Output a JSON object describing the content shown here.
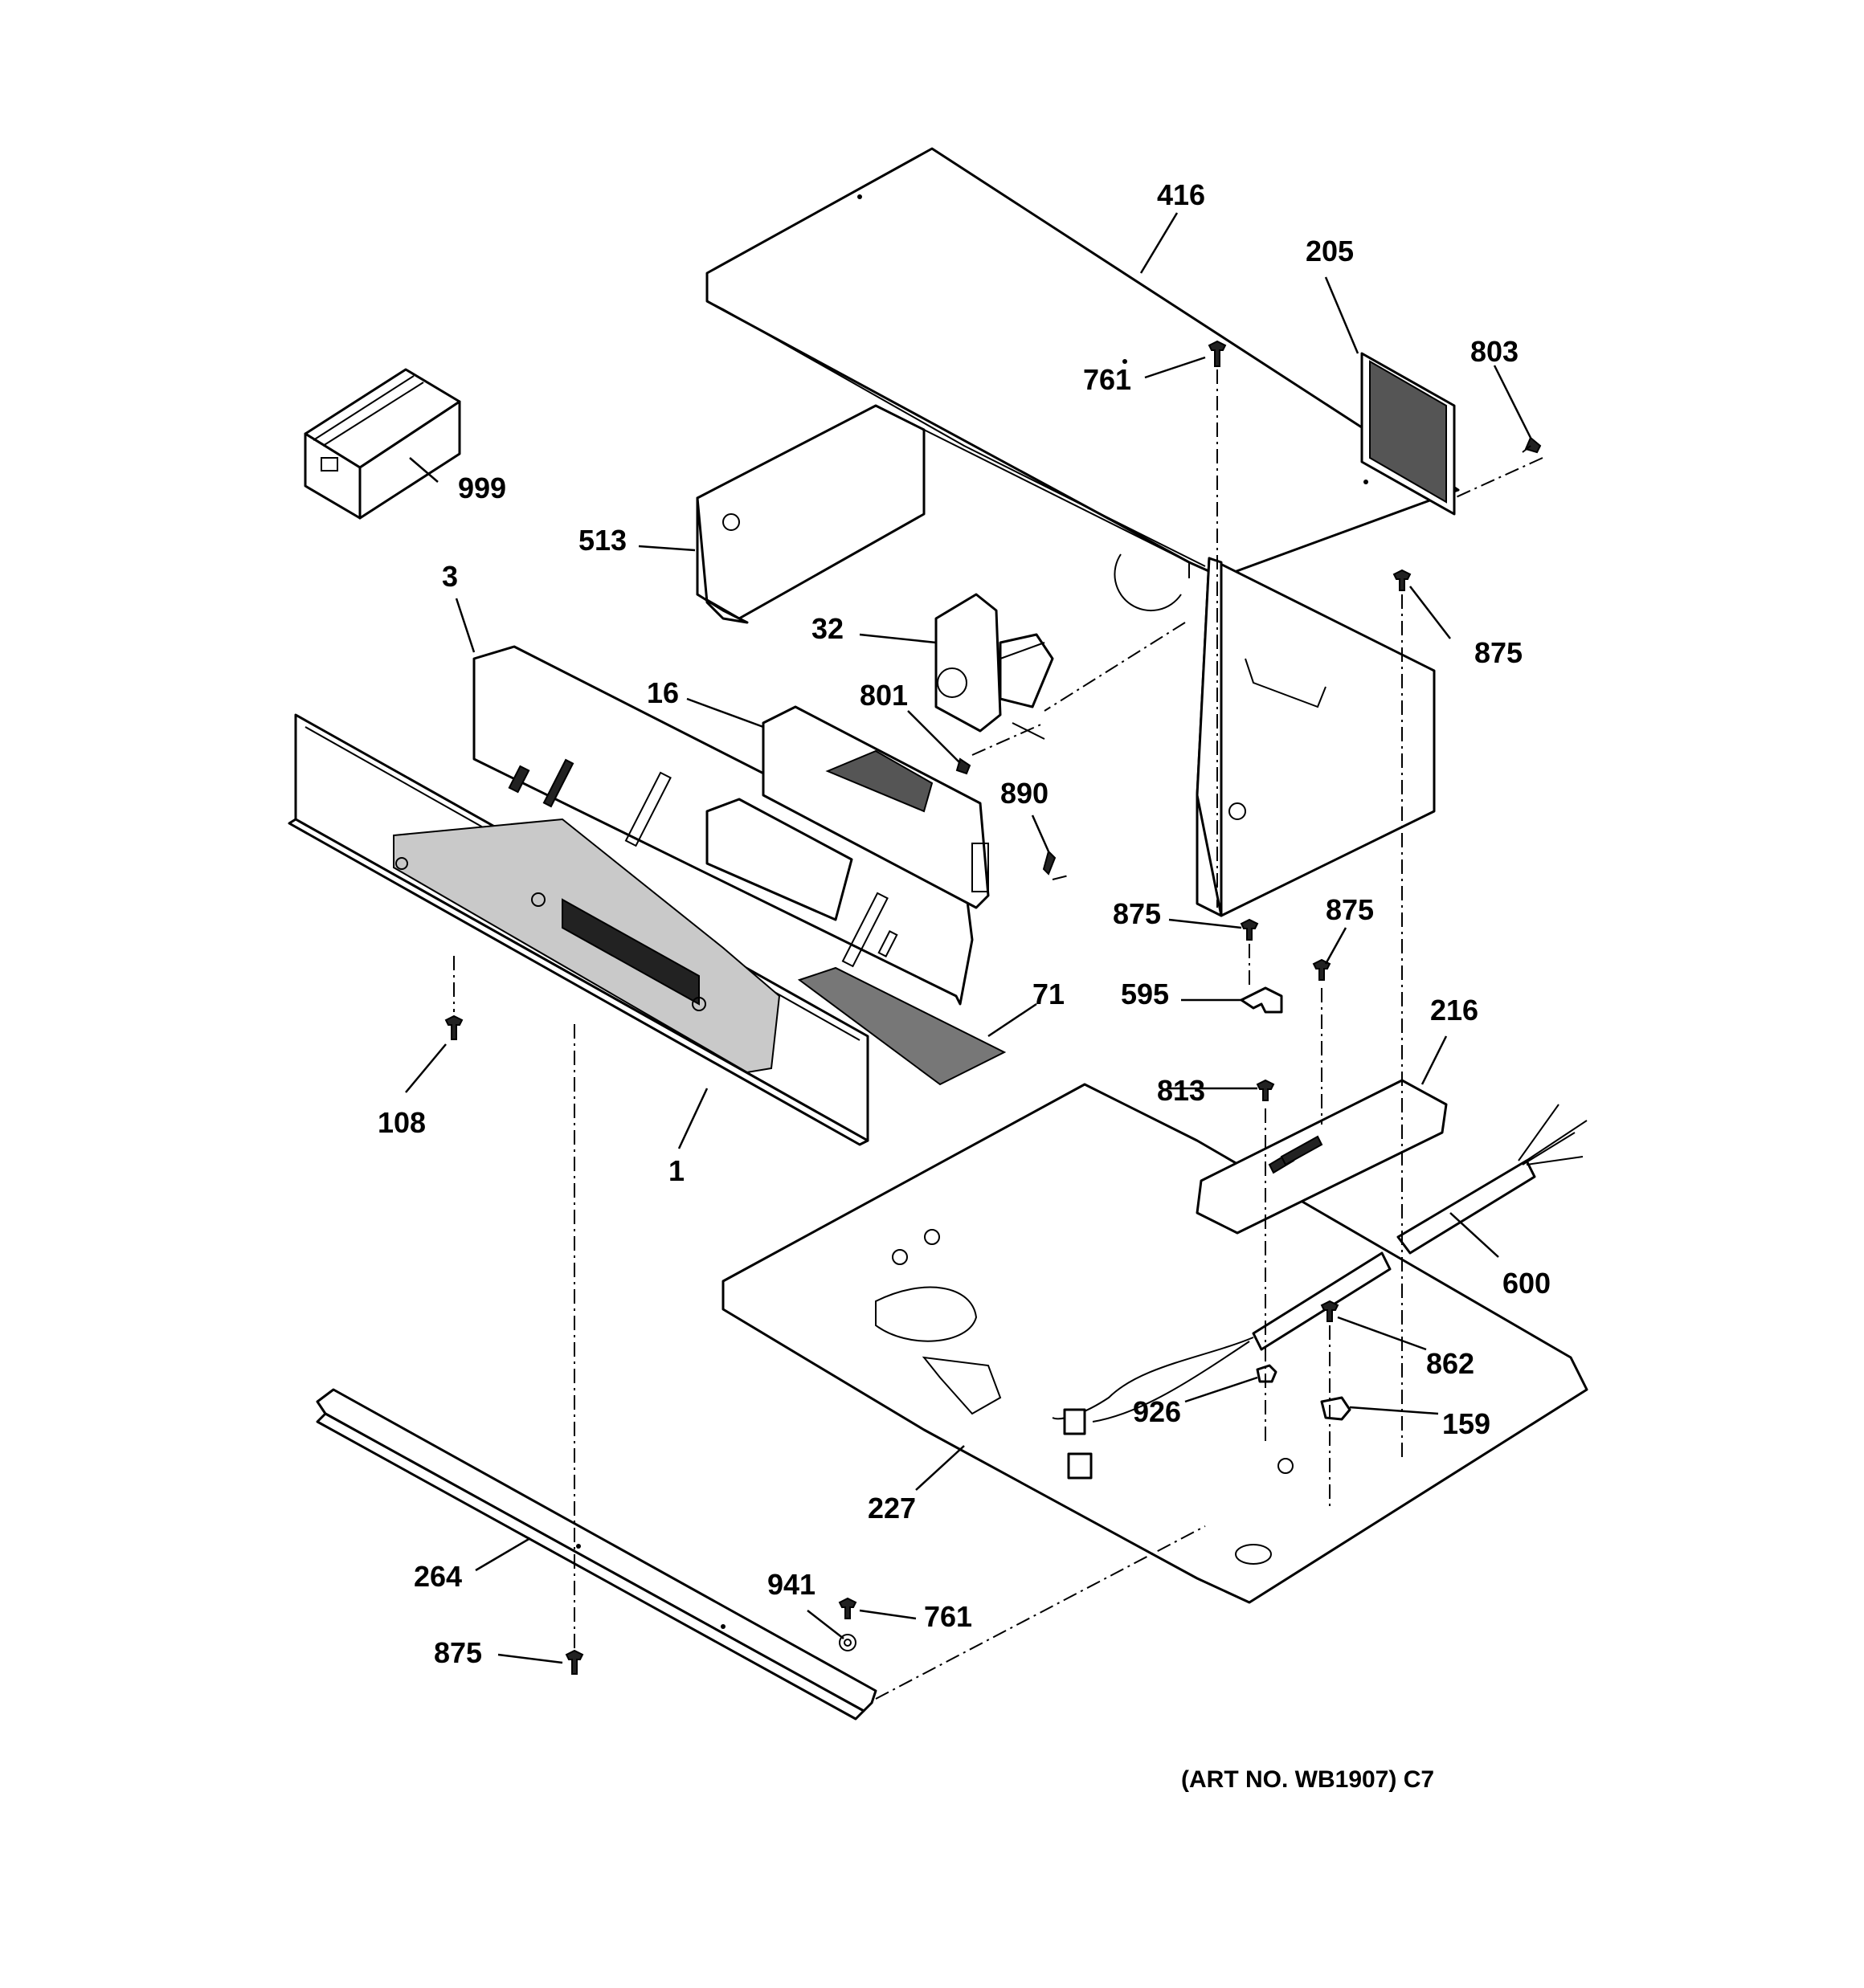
{
  "labels": {
    "p416": "416",
    "p205": "205",
    "p803": "803",
    "p761a": "761",
    "p999": "999",
    "p513": "513",
    "p3": "3",
    "p32": "32",
    "p875a": "875",
    "p16": "16",
    "p801": "801",
    "p890": "890",
    "p875b": "875",
    "p875c": "875",
    "p595": "595",
    "p216": "216",
    "p71": "71",
    "p813": "813",
    "p108": "108",
    "p1": "1",
    "p600": "600",
    "p862": "862",
    "p926": "926",
    "p159": "159",
    "p227": "227",
    "p264": "264",
    "p941": "941",
    "p761b": "761",
    "p875d": "875"
  },
  "art_number": "(ART NO. WB1907) C7"
}
